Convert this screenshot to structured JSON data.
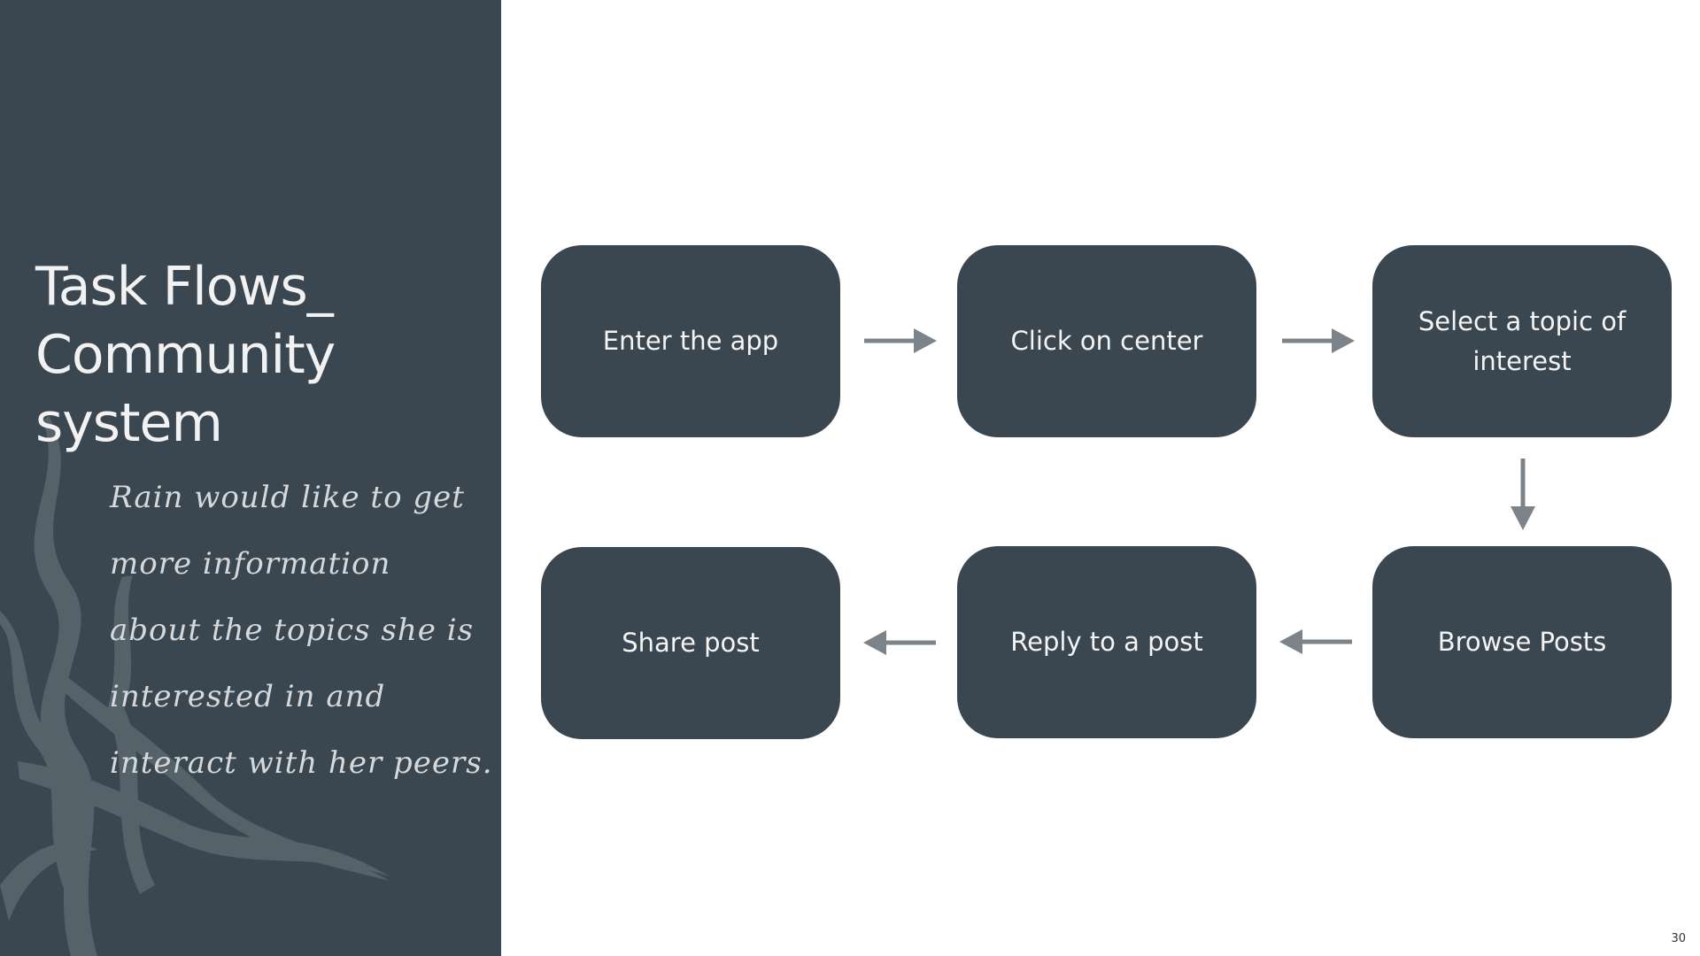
{
  "slide": {
    "title_lines": [
      "Task Flows_",
      "Community",
      "system"
    ],
    "description_lines": [
      "Rain would like to get",
      "more information",
      "about the topics she is",
      "interested in and",
      "interact with her peers."
    ],
    "page_number": "30"
  },
  "flow": {
    "steps": [
      {
        "label": "Enter the app"
      },
      {
        "label": "Click on center"
      },
      {
        "label": "Select a topic of interest"
      },
      {
        "label": "Browse Posts"
      },
      {
        "label": "Reply to a post"
      },
      {
        "label": "Share post"
      }
    ],
    "connections": [
      {
        "from": "Enter the app",
        "to": "Click on center"
      },
      {
        "from": "Click on center",
        "to": "Select a topic of interest"
      },
      {
        "from": "Select a topic of interest",
        "to": "Browse Posts"
      },
      {
        "from": "Browse Posts",
        "to": "Reply to a post"
      },
      {
        "from": "Reply to a post",
        "to": "Share post"
      }
    ]
  },
  "colors": {
    "panel": "#3b4750",
    "node": "#3b4750",
    "arrow": "#7d8489",
    "kelp": "#55626a"
  }
}
